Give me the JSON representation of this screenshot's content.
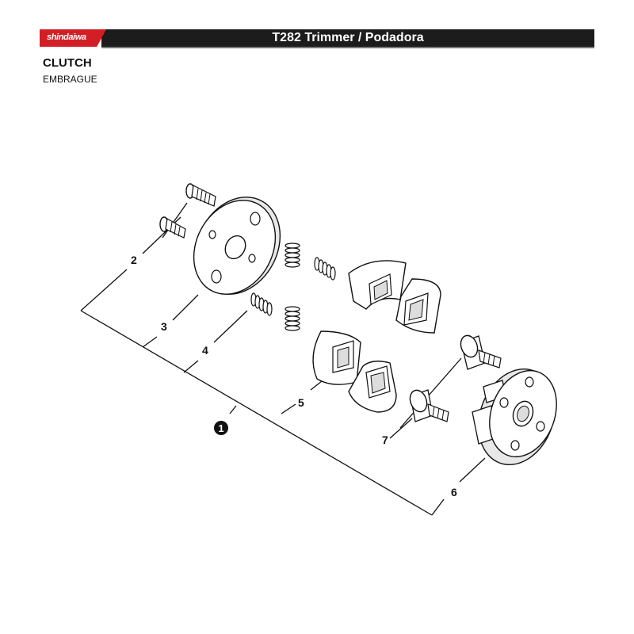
{
  "brand": {
    "logo_text": "shindaiwa",
    "accent": "#d21f26",
    "bar_color": "#1c1c1c"
  },
  "header": {
    "title": "T282  Trimmer / Podadora"
  },
  "section": {
    "title": "CLUTCH",
    "subtitle": "EMBRAGUE"
  },
  "callouts": {
    "c1": "1",
    "c2": "2",
    "c3": "3",
    "c4": "4",
    "c5": "5",
    "c6": "6",
    "c7": "7"
  }
}
